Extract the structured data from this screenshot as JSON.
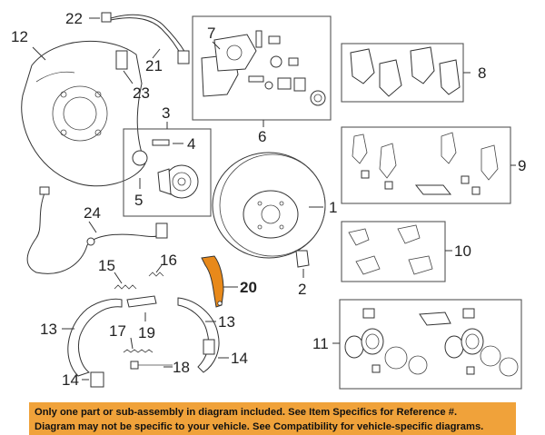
{
  "callouts": {
    "n1": "1",
    "n2": "2",
    "n3": "3",
    "n4": "4",
    "n5": "5",
    "n6": "6",
    "n7": "7",
    "n8": "8",
    "n9": "9",
    "n10": "10",
    "n11": "11",
    "n12": "12",
    "n13a": "13",
    "n13b": "13",
    "n14a": "14",
    "n14b": "14",
    "n15": "15",
    "n16": "16",
    "n17": "17",
    "n18": "18",
    "n19": "19",
    "n20": "20",
    "n21": "21",
    "n22": "22",
    "n23": "23",
    "n24": "24"
  },
  "highlight_color": "#e8891a",
  "notice": {
    "line1": "Only one part or sub-assembly in diagram included. See Item Specifics for Reference #.",
    "line2": "Diagram may not be specific to your vehicle. See Compatibility for vehicle-specific diagrams.",
    "background": "#f0a23a"
  }
}
